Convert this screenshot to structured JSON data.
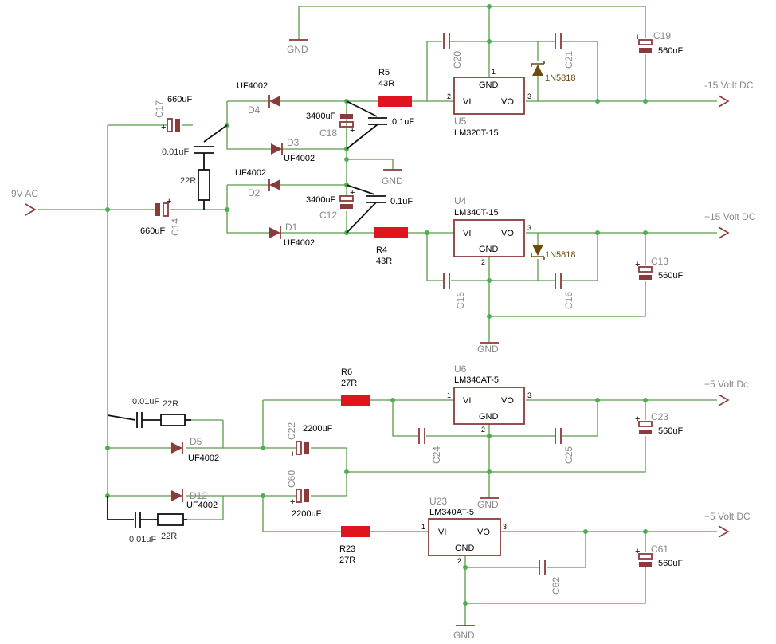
{
  "nets": {
    "input": "9V AC",
    "out_neg15": "-15 Volt DC",
    "out_pos15": "+15 Volt DC",
    "out_5a": "+5 Volt Dc",
    "out_5b": "+5 Volt DC",
    "ground": "GND"
  },
  "regulators": [
    {
      "ref": "U5",
      "part": "LM320T-15",
      "vi": "VI",
      "vo": "VO",
      "gnd": "GND",
      "pin_in": "2",
      "pin_gnd": "1",
      "pin_out": "3"
    },
    {
      "ref": "U4",
      "part": "LM340T-15",
      "vi": "VI",
      "vo": "VO",
      "gnd": "GND",
      "pin_in": "1",
      "pin_gnd": "2",
      "pin_out": "3"
    },
    {
      "ref": "U6",
      "part": "LM340AT-5",
      "vi": "VI",
      "vo": "VO",
      "gnd": "GND",
      "pin_in": "1",
      "pin_gnd": "2",
      "pin_out": "3"
    },
    {
      "ref": "U23",
      "part": "LM340AT-5",
      "vi": "VI",
      "vo": "VO",
      "gnd": "GND",
      "pin_in": "1",
      "pin_gnd": "2",
      "pin_out": "3"
    }
  ],
  "diodes": [
    {
      "ref": "D4",
      "value": "UF4002"
    },
    {
      "ref": "D3",
      "value": "UF4002"
    },
    {
      "ref": "D2",
      "value": "UF4002"
    },
    {
      "ref": "D1",
      "value": "UF4002"
    },
    {
      "ref": "D5",
      "value": "UF4002"
    },
    {
      "ref": "D12",
      "value": "UF4002"
    },
    {
      "ref": "",
      "value": "1N5818"
    },
    {
      "ref": "",
      "value": "1N5818"
    }
  ],
  "resistors": [
    {
      "ref": "R5",
      "value": "43R"
    },
    {
      "ref": "R4",
      "value": "43R"
    },
    {
      "ref": "R6",
      "value": "27R"
    },
    {
      "ref": "R23",
      "value": "27R"
    },
    {
      "ref": "",
      "value": "22R"
    },
    {
      "ref": "",
      "value": "22R"
    },
    {
      "ref": "",
      "value": "22R"
    }
  ],
  "capacitors": [
    {
      "ref": "C17",
      "value": "660uF"
    },
    {
      "ref": "C14",
      "value": "660uF"
    },
    {
      "ref": "C18",
      "value": "3400uF"
    },
    {
      "ref": "C12",
      "value": "3400uF"
    },
    {
      "ref": "C19",
      "value": "560uF"
    },
    {
      "ref": "C13",
      "value": "560uF"
    },
    {
      "ref": "C23",
      "value": "560uF"
    },
    {
      "ref": "C61",
      "value": "560uF"
    },
    {
      "ref": "C22",
      "value": "2200uF"
    },
    {
      "ref": "C60",
      "value": "2200uF"
    },
    {
      "ref": "C20",
      "value": ""
    },
    {
      "ref": "C21",
      "value": ""
    },
    {
      "ref": "C15",
      "value": ""
    },
    {
      "ref": "C16",
      "value": ""
    },
    {
      "ref": "C24",
      "value": ""
    },
    {
      "ref": "C25",
      "value": ""
    },
    {
      "ref": "C62",
      "value": ""
    },
    {
      "ref": "",
      "value": "0.01uF"
    },
    {
      "ref": "",
      "value": "0.01uF"
    },
    {
      "ref": "",
      "value": "0.01uF"
    },
    {
      "ref": "",
      "value": "0.1uF"
    },
    {
      "ref": "",
      "value": "0.1uF"
    }
  ],
  "polarity": "+",
  "colors": {
    "wire": "#5a9a4a",
    "junction": "#4caf50",
    "symbol": "#8a3a3a",
    "resistor_fill": "#e0141e",
    "schottky": "#6b4a0a",
    "gray_label": "#888888"
  }
}
